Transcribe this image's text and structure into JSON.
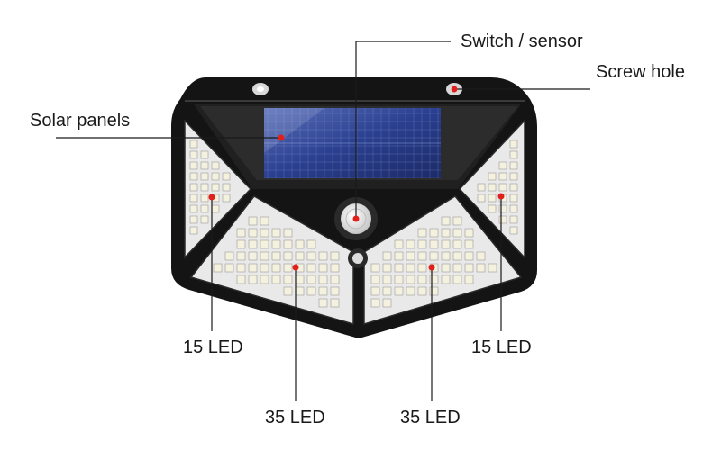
{
  "labels": {
    "switch_sensor": "Switch / sensor",
    "screw_hole": "Screw hole",
    "solar_panels": "Solar panels",
    "left_side_leds": "15 LED",
    "right_side_leds": "15 LED",
    "left_front_leds": "35 LED",
    "right_front_leds": "35 LED"
  },
  "colors": {
    "housing": "#141414",
    "solar_panel": "#2a3f8f",
    "marker_dot": "#e0201c",
    "leader_line": "#1a1a1a",
    "led_cell": "#f4f1df"
  },
  "led_counts": {
    "side_panel": 15,
    "front_panel": 35
  }
}
